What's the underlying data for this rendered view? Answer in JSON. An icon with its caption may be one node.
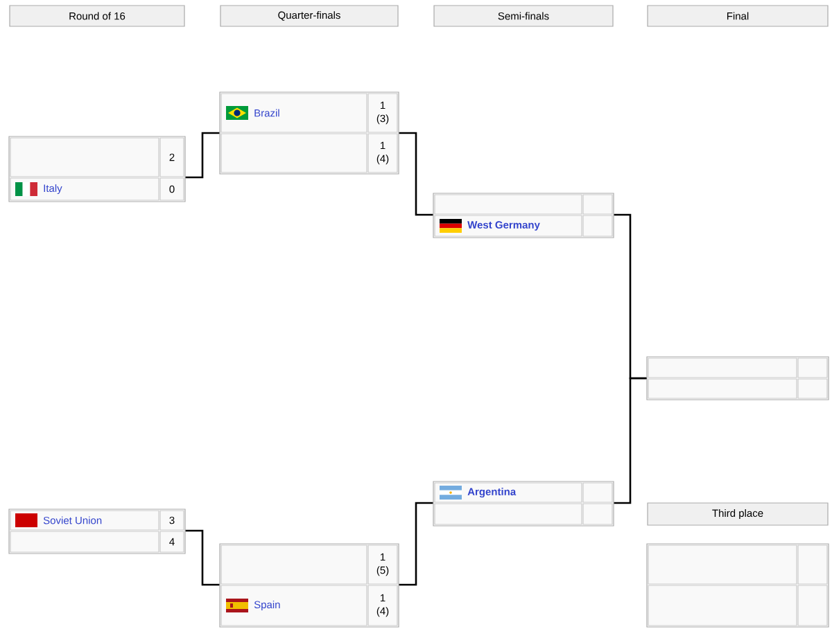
{
  "diagram": {
    "nodes": [
      {
        "text": [],
        "shape": "box"
      },
      {
        "text": [],
        "shape": "box",
        "in": 0
      },
      {
        "text": [
          "2"
        ],
        "in": 0
      },
      {
        "text": [
          "Italy"
        ],
        "in": 0
      },
      {
        "text": [
          "0"
        ],
        "in": 0
      },
      {
        "text": [],
        "shape": "box"
      },
      {
        "text": [
          "Soviet Union"
        ],
        "in": 5
      },
      {
        "text": [
          "3"
        ],
        "in": 5
      },
      {
        "text": [],
        "shape": "box",
        "in": 5
      },
      {
        "text": [
          "4"
        ],
        "in": 5
      },
      {
        "text": [],
        "shape": "box"
      },
      {
        "text": [
          "Brazil"
        ],
        "in": 10
      },
      {
        "text": [
          "1 (3)"
        ],
        "in": 10
      },
      {
        "text": [],
        "shape": "box",
        "in": 10
      },
      {
        "text": [
          "1 (4)"
        ],
        "in": 10
      },
      {
        "text": [],
        "shape": "box"
      },
      {
        "text": [],
        "shape": "box",
        "in": 15
      },
      {
        "text": [
          "1 (5)"
        ],
        "in": 15
      },
      {
        "text": [
          "Spain"
        ],
        "in": 15
      },
      {
        "text": [
          "1 (4)"
        ],
        "in": 15
      },
      {
        "text": [],
        "shape": "box"
      },
      {
        "text": [],
        "shape": "box",
        "in": 20
      },
      {
        "text": [],
        "shape": "box",
        "in": 20
      },
      {
        "text": [
          "West Germany"
        ],
        "in": 20
      },
      {
        "text": [],
        "shape": "box",
        "in": 20
      },
      {
        "text": [],
        "shape": "box"
      },
      {
        "text": [
          "Argentina"
        ],
        "in": 25
      },
      {
        "text": [],
        "shape": "box",
        "in": 25
      },
      {
        "text": [],
        "shape": "box",
        "in": 25
      },
      {
        "text": [],
        "shape": "box",
        "in": 25
      },
      {
        "text": [],
        "shape": "box"
      },
      {
        "text": [],
        "shape": "box",
        "in": 30
      },
      {
        "text": [],
        "shape": "box",
        "in": 30
      },
      {
        "text": [],
        "shape": "box",
        "in": 30
      },
      {
        "text": [],
        "shape": "box",
        "in": 30
      },
      {
        "text": [],
        "shape": "box"
      },
      {
        "text": [],
        "shape": "box",
        "in": 35
      },
      {
        "text": [],
        "shape": "box",
        "in": 35
      },
      {
        "text": [],
        "shape": "box",
        "in": 35
      },
      {
        "text": [],
        "shape": "box",
        "in": 35
      }
    ],
    "edges": [
      {
        "from": 0,
        "to": 10,
        "arrow": "none"
      },
      {
        "from": 5,
        "to": 15,
        "arrow": "none"
      },
      {
        "from": 10,
        "to": 20,
        "arrow": "none"
      },
      {
        "from": 15,
        "to": 25,
        "arrow": "none"
      },
      {
        "from": 20,
        "to": 30,
        "arrow": "none"
      },
      {
        "from": 25,
        "to": 30,
        "arrow": "none"
      }
    ],
    "labels": [
      "Round of 16",
      "Quarter-finals",
      "Semi-finals",
      "Final",
      "Third place"
    ]
  }
}
